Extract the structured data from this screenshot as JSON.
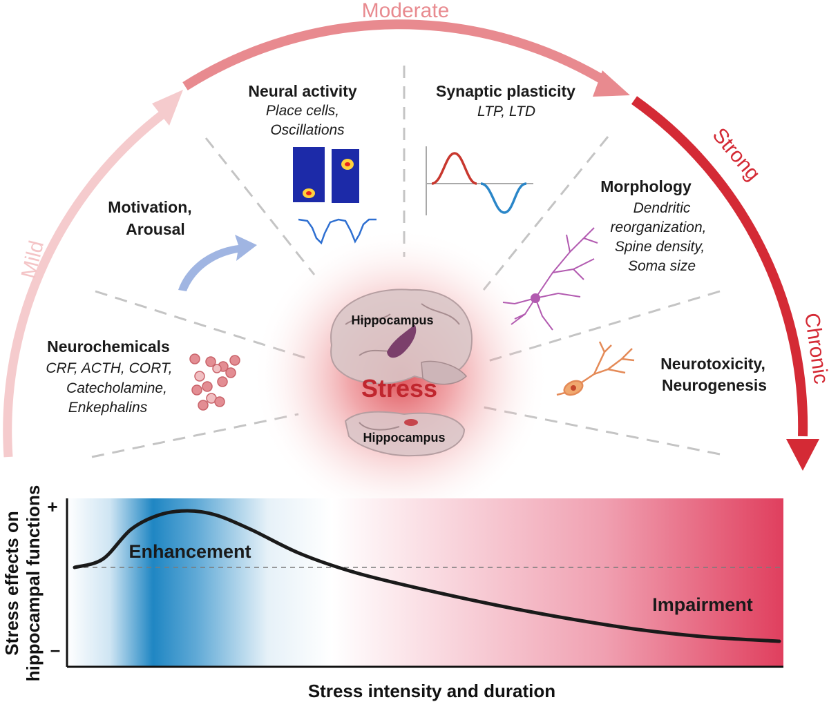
{
  "arc": {
    "mild": "Mild",
    "moderate": "Moderate",
    "strong": "Strong",
    "chronic": "Chronic"
  },
  "sectors": {
    "neural_activity": {
      "title": "Neural activity",
      "lines": [
        "Place cells,",
        "Oscillations"
      ]
    },
    "synaptic_plasticity": {
      "title": "Synaptic plasticity",
      "lines": [
        "LTP, LTD"
      ]
    },
    "motivation": {
      "title_lines": [
        "Motivation,",
        "Arousal"
      ]
    },
    "morphology": {
      "title": "Morphology",
      "lines": [
        "Dendritic",
        "reorganization,",
        "Spine density,",
        "Soma size"
      ]
    },
    "neurochemicals": {
      "title": "Neurochemicals",
      "lines": [
        "CRF, ACTH, CORT,",
        "Catecholamine,",
        "Enkephalins"
      ]
    },
    "neurotoxicity": {
      "title_lines": [
        "Neurotoxicity,",
        "Neurogenesis"
      ]
    }
  },
  "center": {
    "stress": "Stress",
    "hippocampus_top": "Hippocampus",
    "hippocampus_bottom": "Hippocampus"
  },
  "colors": {
    "mild": "#f4c4c6",
    "moderate": "#e8868b",
    "strong": "#d42a35",
    "enhancement_blue": "#1a86c4",
    "impairment_red": "#e03f5e",
    "stress_text": "#c0262e"
  },
  "chart_data": {
    "type": "line",
    "xlabel": "Stress intensity and duration",
    "ylabel_lines": [
      "Stress effects on",
      "hippocampal functions"
    ],
    "y_tick_labels": [
      "+",
      "–"
    ],
    "zone_labels": [
      "Enhancement",
      "Impairment"
    ],
    "series": [
      {
        "points": [
          [
            0,
            0
          ],
          [
            0.04,
            0.12
          ],
          [
            0.08,
            0.55
          ],
          [
            0.12,
            0.76
          ],
          [
            0.16,
            0.82
          ],
          [
            0.2,
            0.76
          ],
          [
            0.25,
            0.55
          ],
          [
            0.32,
            0.2
          ],
          [
            0.4,
            -0.08
          ],
          [
            0.5,
            -0.33
          ],
          [
            0.6,
            -0.55
          ],
          [
            0.7,
            -0.74
          ],
          [
            0.8,
            -0.9
          ],
          [
            0.9,
            -1.01
          ],
          [
            1.0,
            -1.07
          ]
        ]
      }
    ],
    "baseline": 0,
    "grid": false
  }
}
